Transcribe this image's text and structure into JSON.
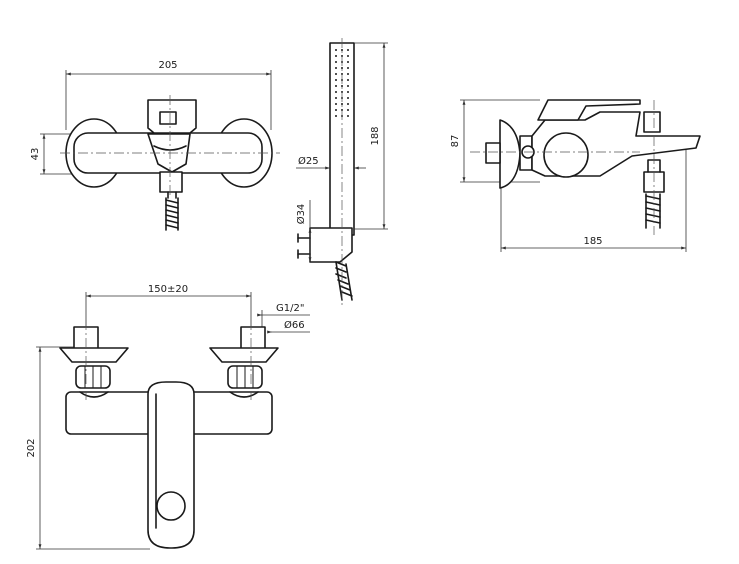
{
  "dimensions": {
    "front_width": "205",
    "front_height": "43",
    "shower_diameter": "Ø25",
    "shower_length": "188",
    "holder_diameter": "Ø34",
    "side_height": "87",
    "side_depth": "185",
    "center_distance": "150±20",
    "thread": "G1/2\"",
    "flange_diameter": "Ø66",
    "bottom_height": "202"
  }
}
